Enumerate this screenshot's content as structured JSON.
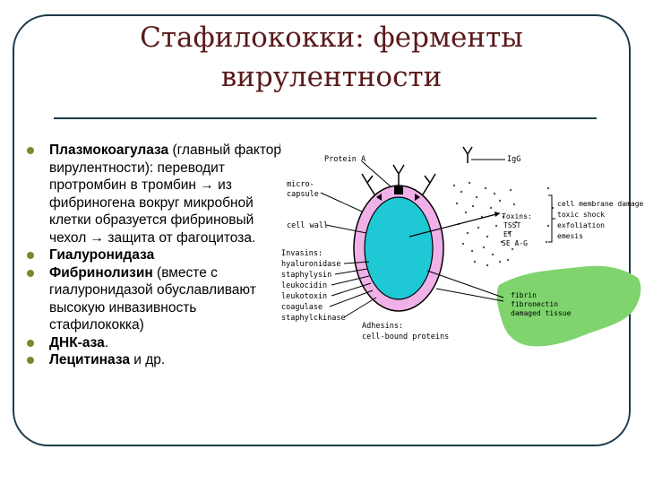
{
  "slide": {
    "title_line1": "Стафилококки: ферменты",
    "title_line2": "вирулентности"
  },
  "bullets": [
    {
      "bold": "Плазмокоагулаза",
      "text": " (главный фактор вирулентности): переводит протромбин в тромбин → из фибриногена вокруг микробной клетки образуется фибриновый чехол → защита от фагоцитоза."
    },
    {
      "bold": "Гиалуронидаза",
      "text": ""
    },
    {
      "bold": "Фибринолизин",
      "text": " (вместе с гиалуронидазой обуславливают высокую инвазивность стафилококка)"
    },
    {
      "bold": "ДНК-аза",
      "text": "."
    },
    {
      "bold": "Лецитиназа",
      "text": " и др."
    }
  ],
  "diagram": {
    "protein_a": "Protein A",
    "igg": "IgG",
    "microcapsule_1": "micro-",
    "microcapsule_2": "capsule",
    "cell_wall": "cell wall",
    "invasins": [
      "Invasins:",
      "hyaluronidase",
      "staphylysin",
      "leukocidin",
      "leukotoxin",
      "coagulase",
      "staphylckinase"
    ],
    "toxins": [
      "Toxins:",
      "TSST",
      "ET",
      "SE A-G"
    ],
    "effects": [
      "cell membrane damage",
      "toxic shock",
      "exfoliation",
      "emesis"
    ],
    "fibrin": [
      "fibrin",
      "fibronectin",
      "damaged tissue"
    ],
    "adhesins": [
      "Adhesins:",
      "cell-bound proteins"
    ],
    "colors": {
      "cell": "#1ec8d4",
      "capsule": "#f0b0e8",
      "tissue": "#7fd46e",
      "dots": "#555555"
    }
  }
}
